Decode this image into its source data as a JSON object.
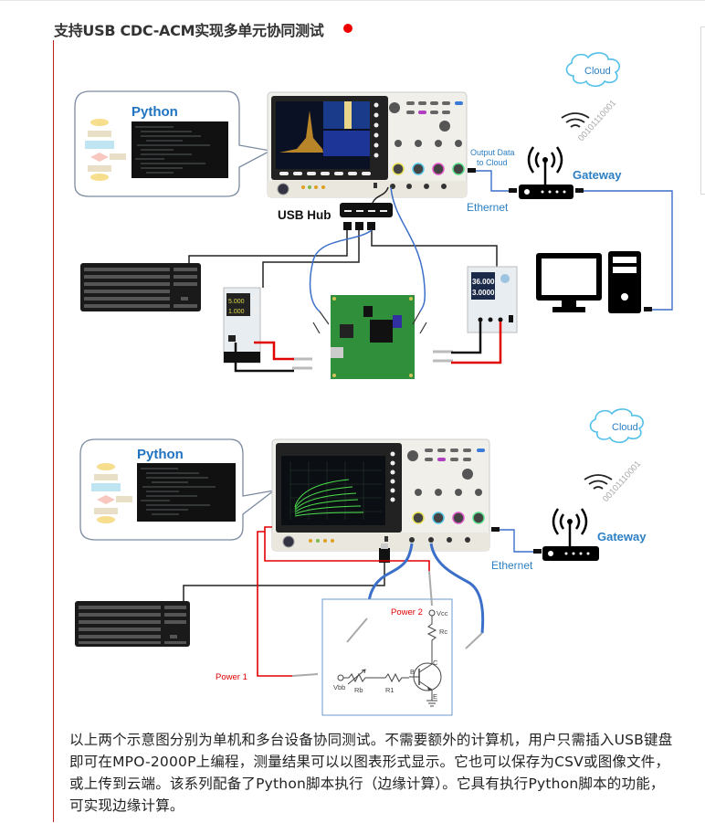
{
  "heading": {
    "title": "支持USB CDC-ACM实现多单元协同测试"
  },
  "diagram1": {
    "python_label": "Python",
    "usb_hub_label": "USB Hub",
    "cloud_label": "Cloud",
    "binary_label": "00101110001",
    "gateway_label": "Gateway",
    "output_data_label_line1": "Output Data",
    "output_data_label_line2": "to Cloud",
    "ethernet_label": "Ethernet",
    "psu_left_display": [
      "5.000",
      "1.000"
    ],
    "psu_right_display": [
      "36.000",
      "3.0000"
    ]
  },
  "diagram2": {
    "python_label": "Python",
    "cloud_label": "Cloud",
    "binary_label": "00101110001",
    "gateway_label": "Gateway",
    "ethernet_label": "Ethernet",
    "power1_label": "Power 1",
    "power2_label": "Power 2",
    "vcc_label": "Vcc",
    "vbb_label": "Vbb",
    "rc_label": "Rc",
    "rb_label": "Rb",
    "r1_label": "R1",
    "b_label": "B",
    "c_label": "C",
    "e_label": "E"
  },
  "description": {
    "text": "以上两个示意图分别为单机和多台设备协同测试。不需要额外的计算机，用户只需插入USB键盘即可在MPO-2000P上编程，测量结果可以以图表形式显示。它也可以保存为CSV或图像文件，或上传到云端。该系列配备了Python脚本执行（边缘计算）。它具有执行Python脚本的功能，可实现边缘计算。"
  },
  "colors": {
    "accent_red": "#e00000",
    "label_blue": "#2b7fc4",
    "python_blue": "#1f73c1",
    "cable_blue": "#3b6fc9"
  }
}
